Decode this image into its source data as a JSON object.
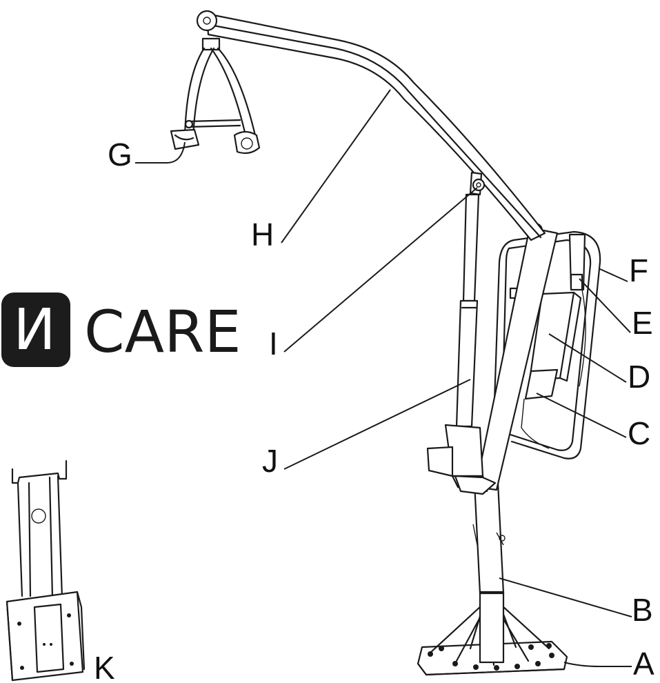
{
  "brand": {
    "logo_glyph": "И",
    "name": "CARE",
    "colors": {
      "badge": "#1c1c1c",
      "badge_text": "#ffffff",
      "text": "#1a1a1a"
    }
  },
  "callouts": [
    {
      "id": "A",
      "text": "A"
    },
    {
      "id": "B",
      "text": "B"
    },
    {
      "id": "C",
      "text": "C"
    },
    {
      "id": "D",
      "text": "D"
    },
    {
      "id": "E",
      "text": "E"
    },
    {
      "id": "F",
      "text": "F"
    },
    {
      "id": "G",
      "text": "G"
    },
    {
      "id": "H",
      "text": "H"
    },
    {
      "id": "I",
      "text": "I"
    },
    {
      "id": "J",
      "text": "J"
    },
    {
      "id": "K",
      "text": "K"
    }
  ]
}
